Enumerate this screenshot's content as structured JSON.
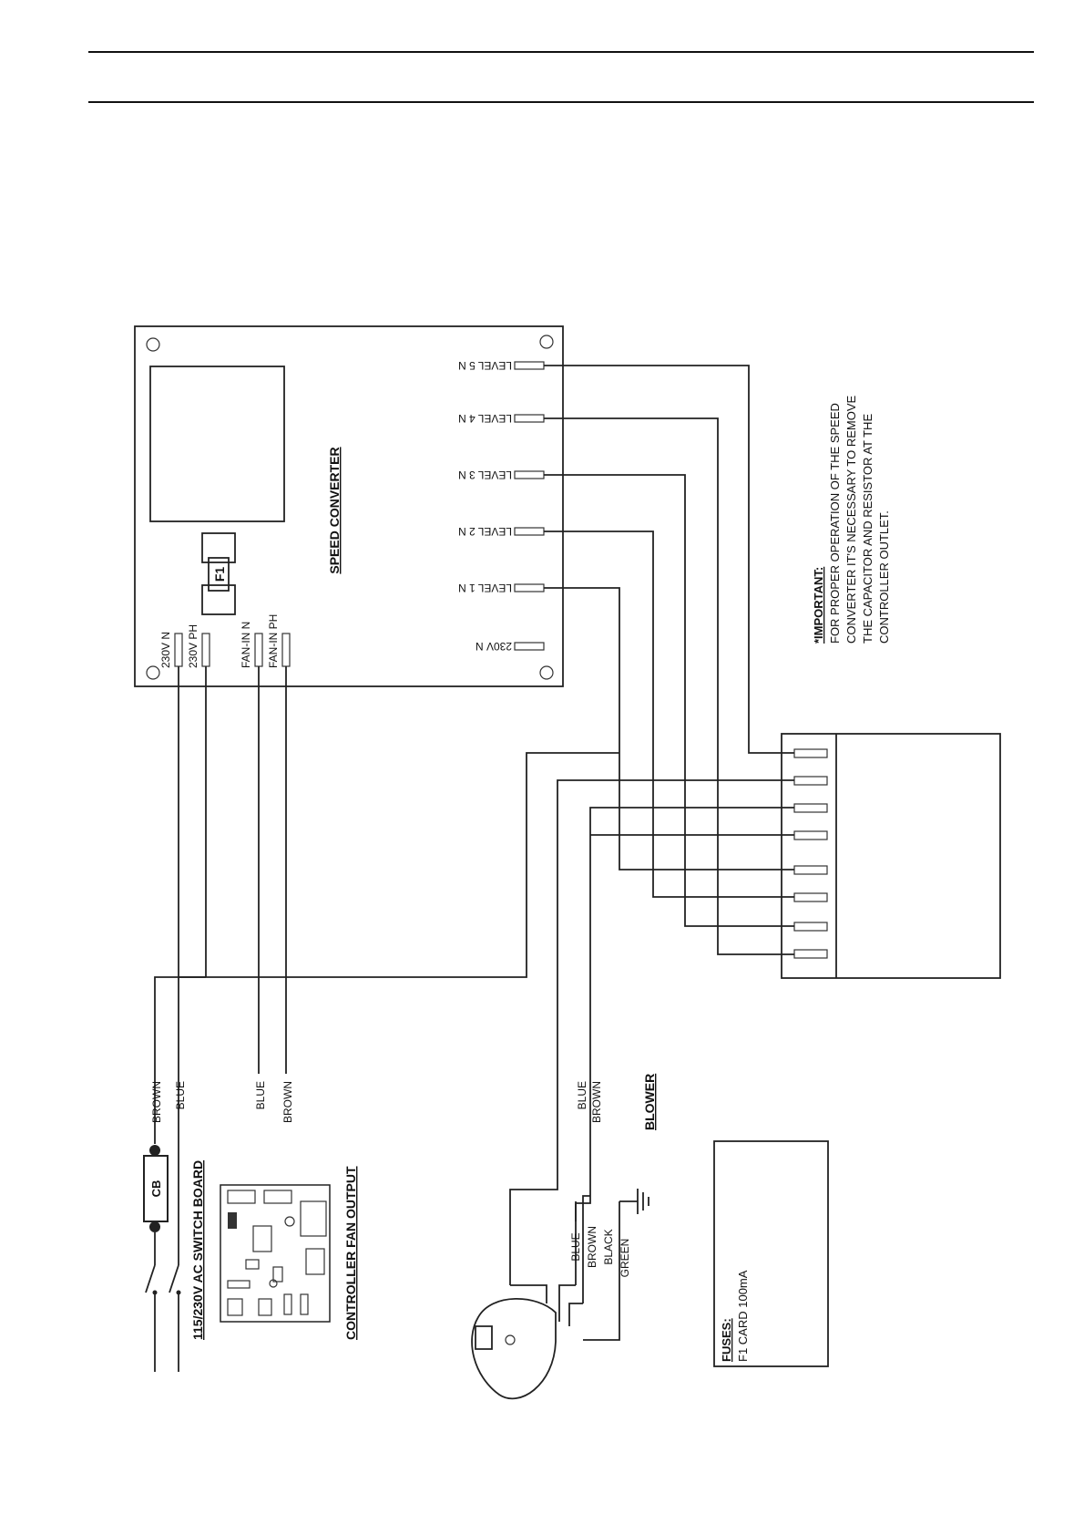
{
  "header": {
    "rule_top": true,
    "rule_bottom": true
  },
  "converter": {
    "title": "SPEED CONVERTER",
    "fuse": "F1",
    "inputs": [
      "230V N",
      "230V PH",
      "FAN-IN N",
      "FAN-IN PH"
    ],
    "levels": [
      "LEVEL 5 N",
      "LEVEL 4 N",
      "LEVEL 3 N",
      "LEVEL 2 N",
      "LEVEL 1 N",
      "230V N"
    ]
  },
  "note": {
    "heading": "*IMPORTANT:",
    "lines": [
      "FOR PROPER OPERATION OF THE SPEED",
      "CONVERTER IT'S NECESSARY TO REMOVE",
      "THE CAPACITOR AND RESISTOR AT THE",
      "CONTROLLER OUTLET."
    ]
  },
  "switchboard": {
    "title": "115/230V AC SWITCH BOARD",
    "cb": "CB",
    "wires": [
      "BROWN",
      "BLUE"
    ]
  },
  "controller": {
    "title": "CONTROLLER FAN OUTPUT",
    "wires": [
      "BLUE",
      "BROWN"
    ]
  },
  "blower": {
    "title": "BLOWER",
    "supply_wires": [
      "BLUE",
      "BROWN"
    ],
    "wires": [
      "BLUE",
      "BROWN",
      "BLACK",
      "GREEN"
    ]
  },
  "fuses": {
    "heading": "FUSES:",
    "line": "F1 CARD 100mA"
  }
}
